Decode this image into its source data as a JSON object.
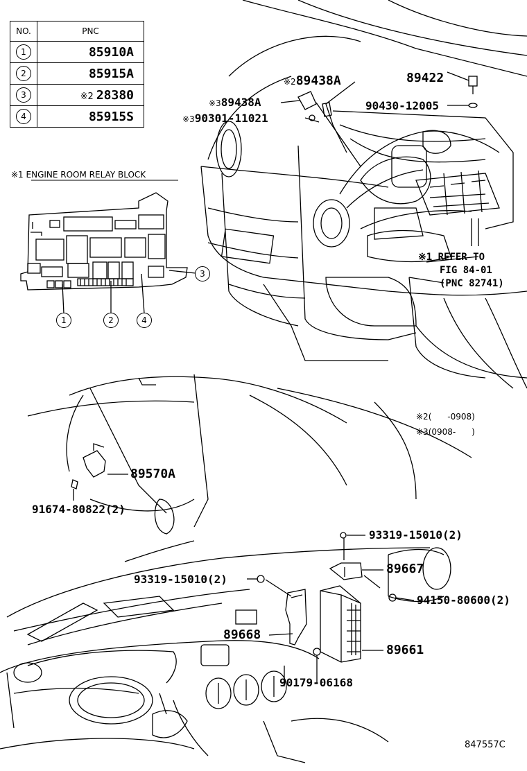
{
  "table": {
    "header_no": "NO.",
    "header_pnc": "PNC",
    "rows": [
      {
        "no": "1",
        "mark": "",
        "pnc": "85910A"
      },
      {
        "no": "2",
        "mark": "",
        "pnc": "85915A"
      },
      {
        "no": "3",
        "mark": "※2",
        "pnc": "28380"
      },
      {
        "no": "4",
        "mark": "",
        "pnc": "85915S"
      }
    ]
  },
  "relay_block": {
    "title": "※1 ENGINE ROOM RELAY BLOCK",
    "callouts": [
      "1",
      "2",
      "3",
      "4"
    ]
  },
  "notes": {
    "refer_line1": "※1 REFER TO",
    "refer_line2": "FIG 84-01",
    "refer_line3": "(PNC 82741)",
    "note2_mark": "※2",
    "note2_text": "(      -0908)",
    "note3_mark": "※3",
    "note3_text": "(0908-      )"
  },
  "parts": {
    "p89422": "89422",
    "p89438a_2_mark": "※2",
    "p89438a_2": "89438A",
    "p89438a_3_mark": "※3",
    "p89438a_3": "89438A",
    "p90301_mark": "※3",
    "p90301": "90301-11021",
    "p90430": "90430-12005",
    "p89570a": "89570A",
    "p91674": "91674-80822(2)",
    "p93319_top": "93319-15010(2)",
    "p93319_left": "93319-15010(2)",
    "p89667": "89667",
    "p94150": "94150-80600(2)",
    "p89668": "89668",
    "p89661": "89661",
    "p90179": "90179-06168"
  },
  "figure_id": "847557C"
}
